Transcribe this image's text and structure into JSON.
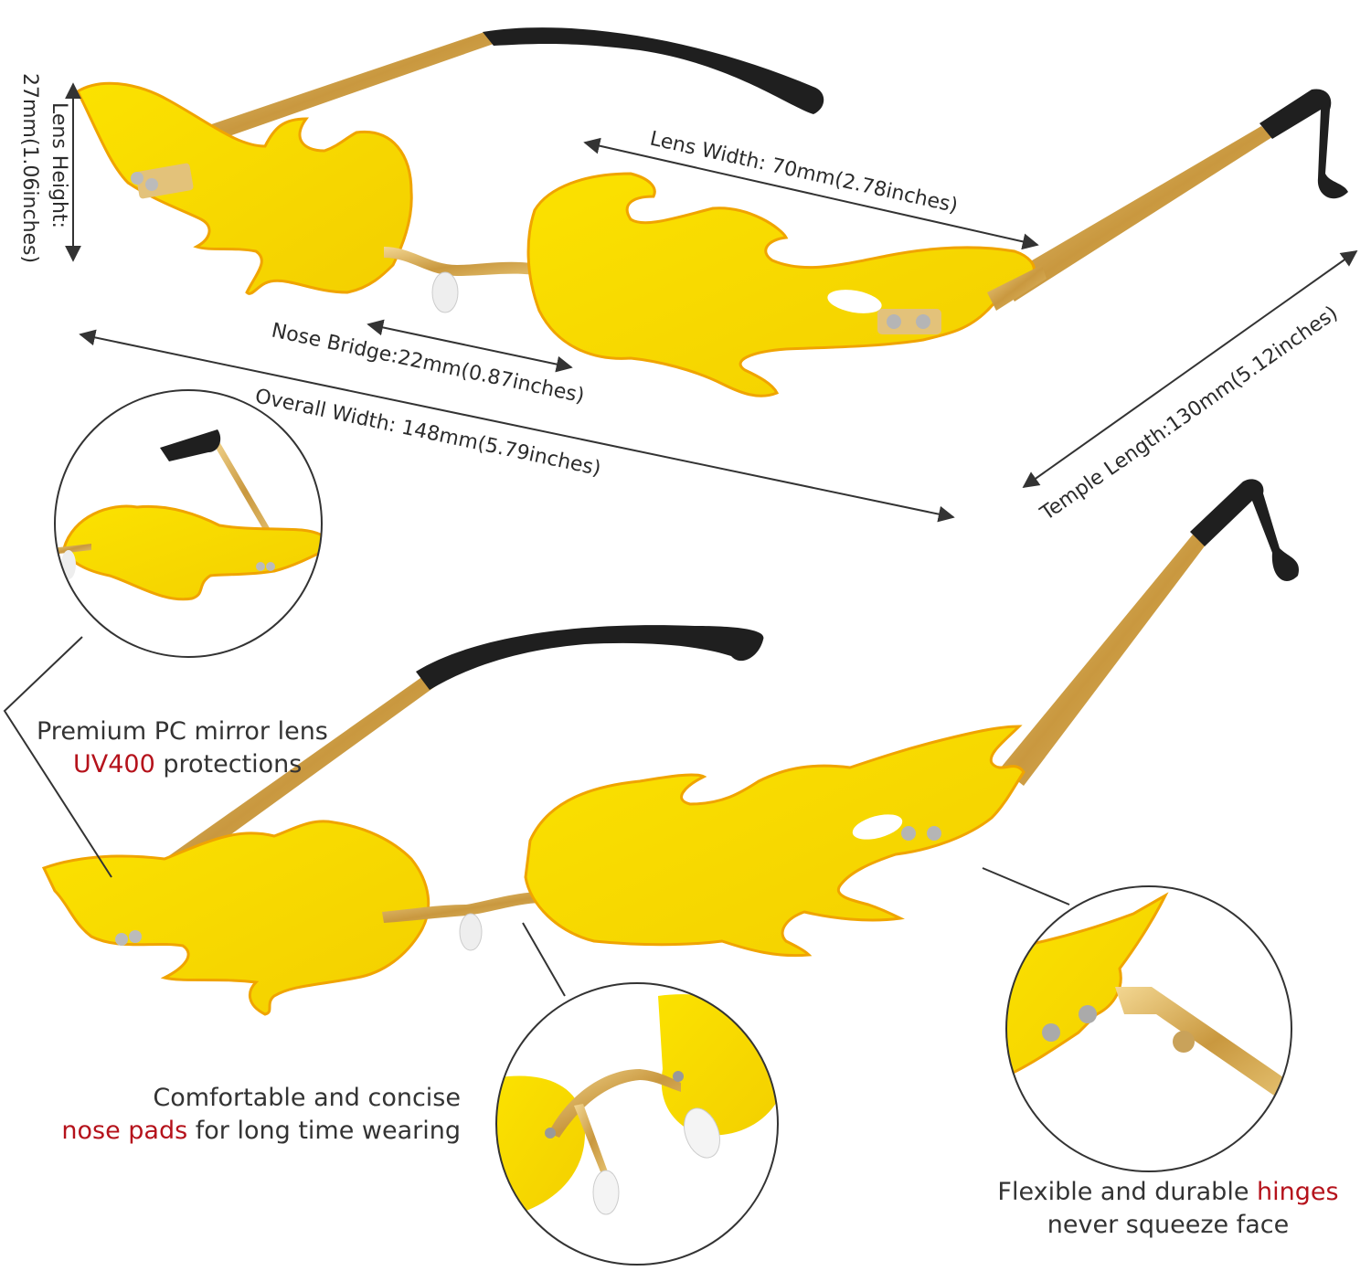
{
  "dimensions": {
    "lens_height": {
      "line1": "Lens Height:",
      "line2": "27mm(1.06inches)"
    },
    "lens_width": "Lens Width: 70mm(2.78inches)",
    "nose_bridge": "Nose Bridge:22mm(0.87inches)",
    "overall_width": "Overall Width: 148mm(5.79inches)",
    "temple_length": "Temple Length:130mm(5.12inches)"
  },
  "features": {
    "lens": {
      "line1": "Premium PC mirror lens",
      "highlight": "UV400",
      "rest": " protections"
    },
    "nose_pads": {
      "line1": "Comfortable and concise",
      "highlight": "nose pads",
      "rest": " for long time wearing"
    },
    "hinges": {
      "prefix": "Flexible and durable ",
      "highlight": "hinges",
      "line2": "never squeeze face"
    }
  },
  "colors": {
    "lens": "#f5d800",
    "lens_edge": "#f0a400",
    "metal": "#d9b25b",
    "tip": "#222222",
    "highlight": "#b5121b"
  }
}
